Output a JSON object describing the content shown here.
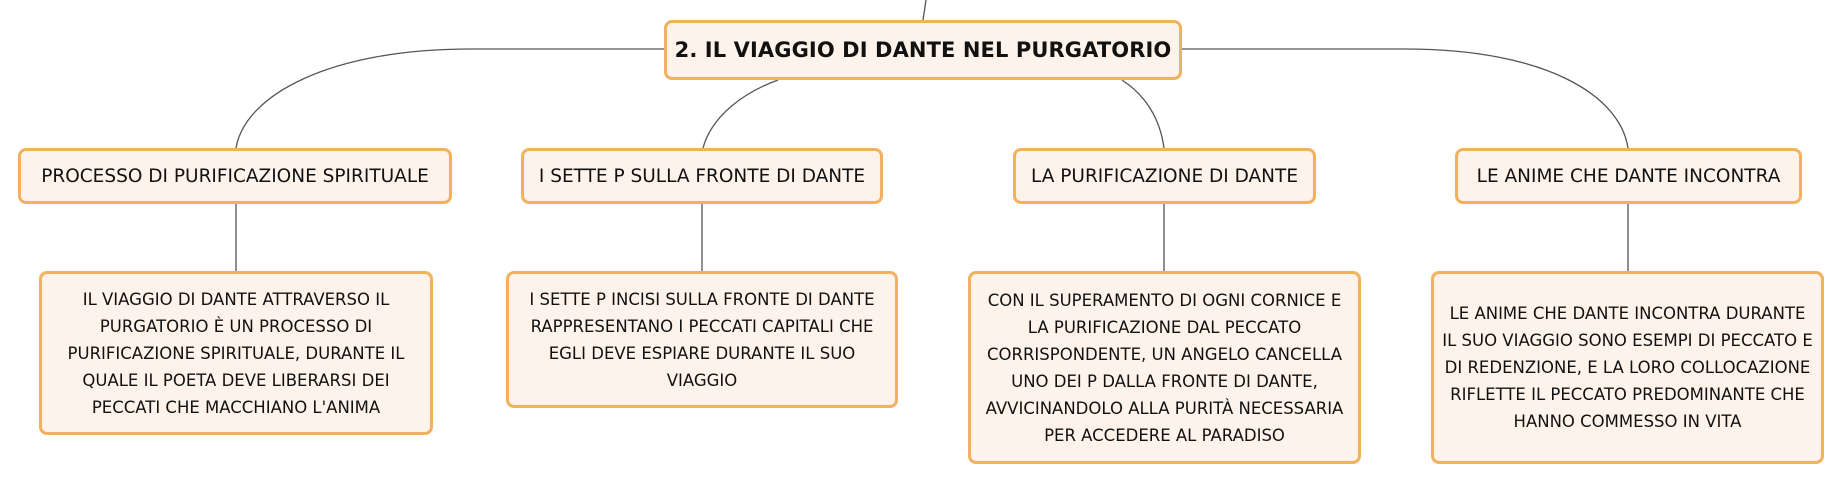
{
  "root": {
    "title": "2. IL VIAGGIO DI DANTE NEL PURGATORIO"
  },
  "topics": [
    {
      "label": "PROCESSO DI PURIFICAZIONE SPIRITUALE",
      "detail": "IL VIAGGIO DI DANTE ATTRAVERSO IL PURGATORIO È UN PROCESSO DI PURIFICAZIONE SPIRITUALE, DURANTE IL QUALE IL POETA DEVE LIBERARSI DEI PECCATI CHE MACCHIANO L'ANIMA"
    },
    {
      "label": "I SETTE P SULLA FRONTE DI DANTE",
      "detail": "I SETTE P INCISI SULLA FRONTE DI DANTE RAPPRESENTANO I PECCATI CAPITALI CHE EGLI DEVE ESPIARE DURANTE IL SUO VIAGGIO"
    },
    {
      "label": "LA PURIFICAZIONE DI DANTE",
      "detail": "CON IL SUPERAMENTO DI OGNI CORNICE E LA PURIFICAZIONE DAL PECCATO CORRISPONDENTE, UN ANGELO CANCELLA UNO DEI P DALLA FRONTE DI DANTE, AVVICINANDOLO ALLA PURITÀ NECESSARIA PER ACCEDERE AL PARADISO"
    },
    {
      "label": "LE ANIME CHE DANTE INCONTRA",
      "detail": "LE ANIME CHE DANTE INCONTRA DURANTE IL SUO VIAGGIO SONO ESEMPI DI PECCATO E DI REDENZIONE, E LA LORO COLLOCAZIONE RIFLETTE IL PECCATO PREDOMINANTE CHE HANNO COMMESSO IN VITA"
    }
  ],
  "colors": {
    "node_fill": "#fdf3ea",
    "node_border": "#f1b15e",
    "connector": "#555555",
    "text": "#111111"
  }
}
